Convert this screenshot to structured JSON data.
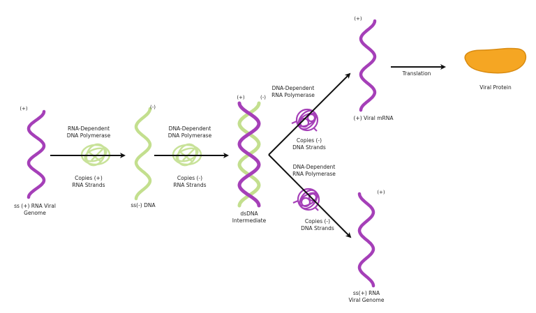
{
  "colors": {
    "rna": "#a53fb8",
    "dna": "#c3df8e",
    "protein": "#f5a623",
    "arrow": "#111111"
  },
  "step1": {
    "strand_sign": "(+)",
    "label_line1": "ss (+) RNA Viral",
    "label_line2": "Genome"
  },
  "enzyme1": {
    "name_line1": "RNA-Dependent",
    "name_line2": "DNA Polymerase",
    "action_line1": "Copies (+)",
    "action_line2": "RNA Strands"
  },
  "step2": {
    "strand_sign": "(-)",
    "label": "ss(-) DNA"
  },
  "enzyme2": {
    "name_line1": "DNA-Dependent",
    "name_line2": "DNA Polymerase",
    "action_line1": "Copies (-)",
    "action_line2": "RNA Strands"
  },
  "step3": {
    "sign_plus": "(+)",
    "sign_minus": "(-)",
    "label_line1": "dsDNA",
    "label_line2": "Intermediate"
  },
  "enzyme3": {
    "name_line1": "DNA-Dependent",
    "name_line2": "RNA Polymerase",
    "action_line1": "Copies (-)",
    "action_line2": "DNA Strands"
  },
  "mrna": {
    "strand_sign": "(+)",
    "label": "(+) Viral mRNA"
  },
  "translation": {
    "label": "Translation"
  },
  "protein": {
    "label": "Viral Protein"
  },
  "enzyme4": {
    "name_line1": "DNA-Dependent",
    "name_line2": "RNA Polymerase",
    "action_line1": "Copies (-)",
    "action_line2": "DNA Strands"
  },
  "genome": {
    "strand_sign": "(+)",
    "label_line1": "ss(+) RNA",
    "label_line2": "Viral Genome"
  }
}
